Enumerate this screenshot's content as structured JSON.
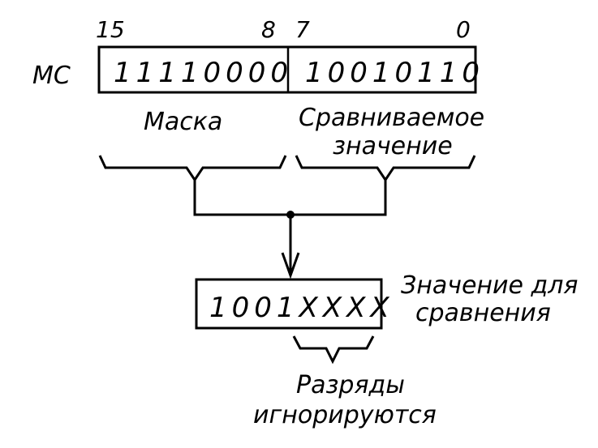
{
  "register": {
    "name": "МС",
    "bit_labels": {
      "b15": "15",
      "b8": "8",
      "b7": "7",
      "b0": "0"
    },
    "high_byte": "11110000",
    "low_byte": "10010110"
  },
  "labels": {
    "mask": "Маска",
    "compared_line1": "Сравниваемое",
    "compared_line2": "значение"
  },
  "result": {
    "value": "1001XXXX",
    "label_line1": "Значение для",
    "label_line2": "сравнения"
  },
  "ignored": {
    "line1": "Разряды",
    "line2": "игнорируются"
  }
}
